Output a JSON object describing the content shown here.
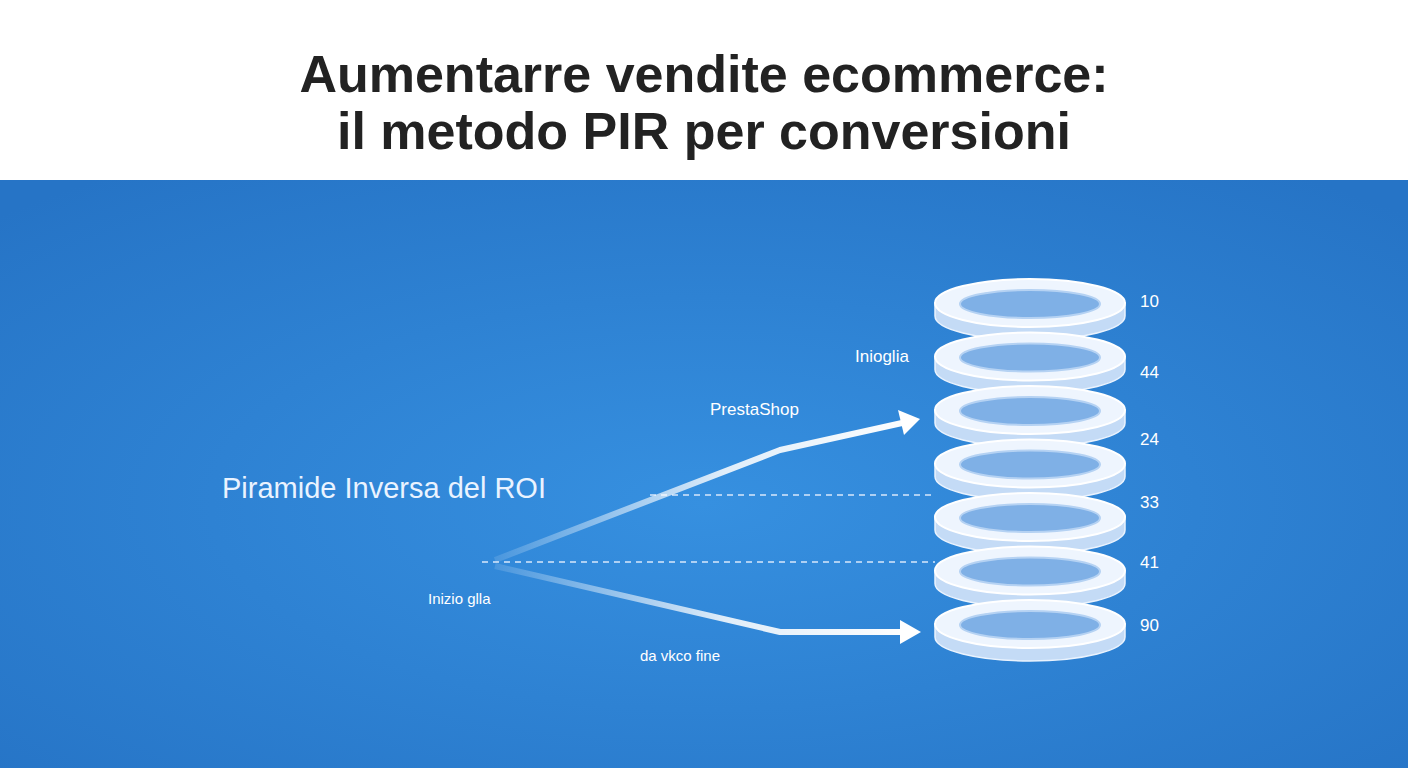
{
  "diagram": {
    "title": "Aumentarre vendite ecommerce: il metodo PIR per conversioni",
    "labels": [
      "Inioglia",
      "PrestaShop",
      "Piramide Inversa del ROI",
      "Inizio glla",
      "da vkco fine",
      "10",
      "44",
      "24",
      "33",
      "41",
      "90"
    ]
  }
}
